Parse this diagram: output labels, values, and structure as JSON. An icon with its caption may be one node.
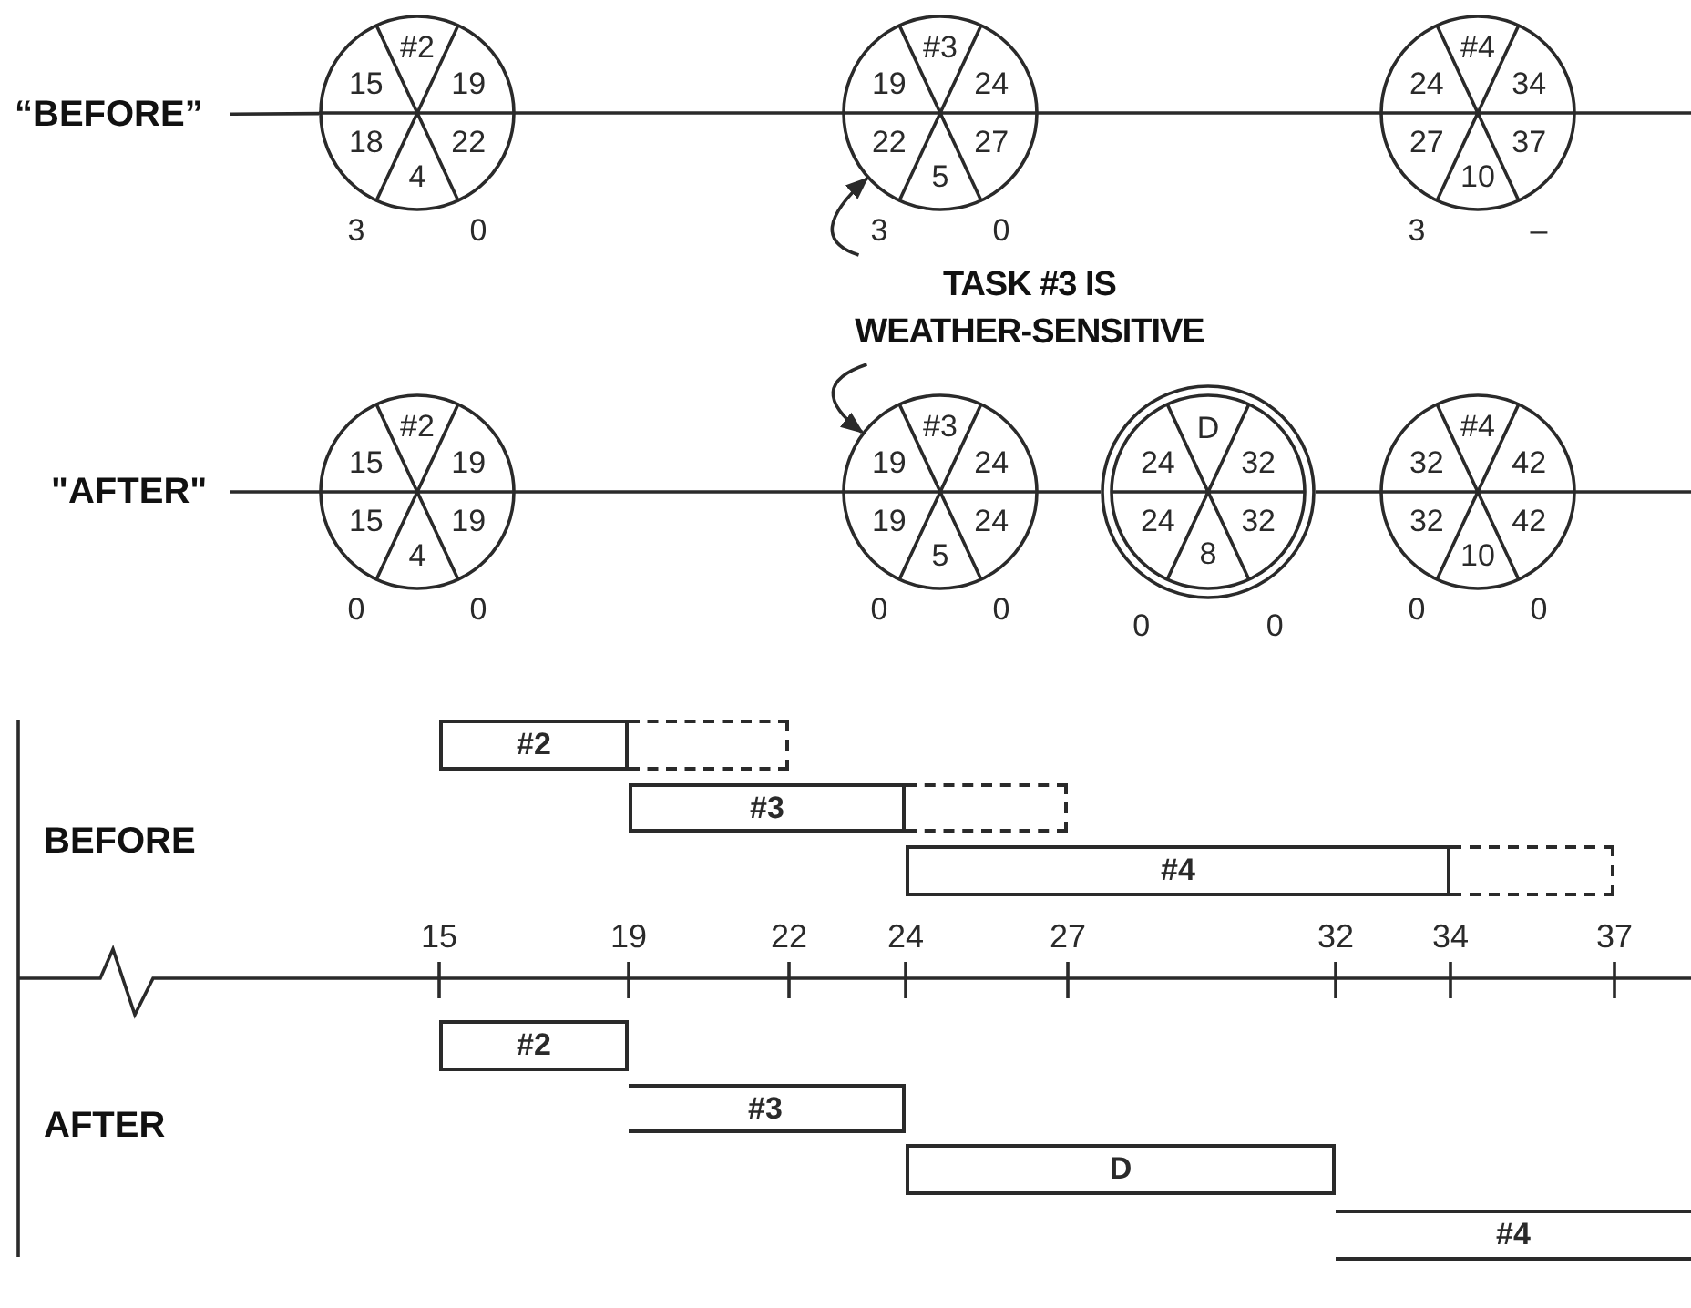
{
  "diagram": {
    "nodes": [
      {
        "text": [
          "“BEFORE”"
        ]
      },
      {
        "text": [
          "#2",
          "15",
          "19",
          "18",
          "22",
          "4"
        ],
        "beside": [
          "3",
          "0"
        ]
      },
      {
        "text": [
          "#3",
          "19",
          "24",
          "22",
          "27",
          "5"
        ],
        "beside": [
          "3",
          "0"
        ]
      },
      {
        "text": [
          "#4",
          "24",
          "34",
          "27",
          "37",
          "10"
        ],
        "beside": [
          "3",
          "–"
        ]
      },
      {
        "text": [
          "TASK #3 IS WEATHER-SENSITIVE"
        ]
      },
      {
        "text": [
          "\"AFTER\""
        ]
      },
      {
        "text": [
          "#2",
          "15",
          "19",
          "15",
          "19",
          "4"
        ],
        "beside": [
          "0",
          "0"
        ]
      },
      {
        "text": [
          "#3",
          "19",
          "24",
          "19",
          "24",
          "5"
        ],
        "beside": [
          "0",
          "0"
        ]
      },
      {
        "text": [
          "D",
          "24",
          "32",
          "24",
          "32",
          "8"
        ],
        "beside": [
          "0",
          "0"
        ]
      },
      {
        "text": [
          "#4",
          "32",
          "42",
          "32",
          "42",
          "10"
        ],
        "beside": [
          "0",
          "0"
        ]
      },
      {
        "text": [
          "#2"
        ]
      },
      {
        "text": [],
        "shape": "box"
      },
      {
        "text": [
          "#3"
        ]
      },
      {
        "text": [],
        "shape": "box"
      },
      {
        "text": [
          "#4"
        ]
      },
      {
        "text": [],
        "shape": "box"
      },
      {
        "text": [
          "#2"
        ]
      },
      {
        "text": [
          "#3"
        ]
      },
      {
        "text": [
          "D"
        ]
      },
      {
        "text": [
          "#4"
        ]
      }
    ],
    "edges": [
      {
        "from": 0,
        "to": 1,
        "arrow": "none"
      },
      {
        "from": 1,
        "to": 2,
        "arrow": "none"
      },
      {
        "from": 2,
        "to": 3,
        "arrow": "none"
      },
      {
        "from": 3,
        "to": null,
        "arrow": "none"
      },
      {
        "from": 4,
        "to": 2,
        "arrow": "to"
      },
      {
        "from": 4,
        "to": 7,
        "arrow": "to"
      },
      {
        "from": 5,
        "to": 6,
        "arrow": "none"
      },
      {
        "from": 6,
        "to": 7,
        "arrow": "none"
      },
      {
        "from": 7,
        "to": 8,
        "arrow": "none"
      },
      {
        "from": 8,
        "to": 9,
        "arrow": "none"
      },
      {
        "from": 9,
        "to": null,
        "arrow": "none"
      }
    ],
    "labels": [
      "BEFORE",
      "15",
      "19",
      "22",
      "24",
      "27",
      "32",
      "34",
      "37",
      "AFTER"
    ]
  }
}
